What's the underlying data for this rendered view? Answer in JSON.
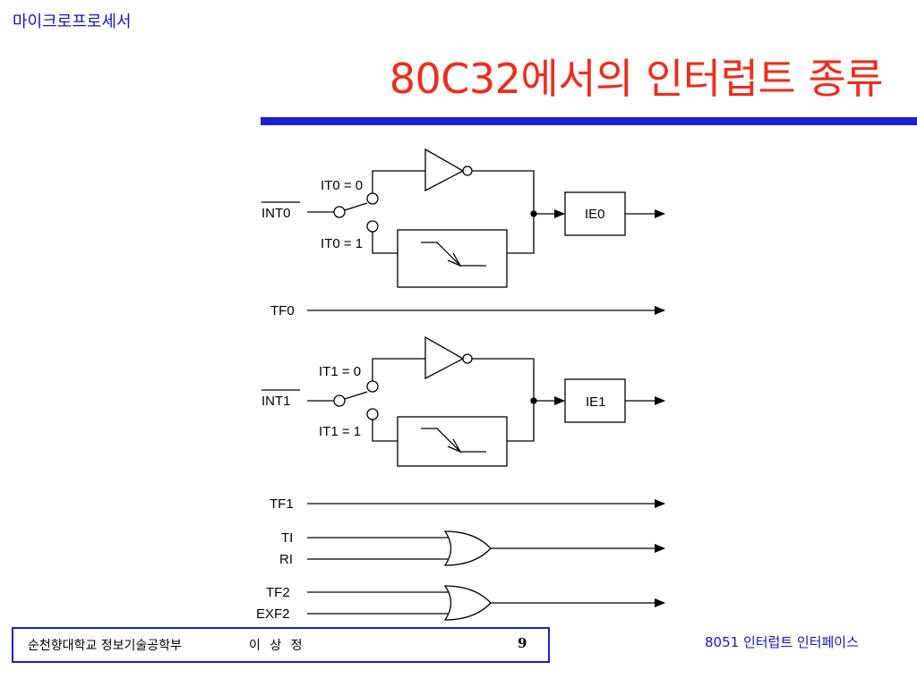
{
  "header": {
    "course": "마이크로프로세서",
    "title": "80C32에서의 인터럽트 종류"
  },
  "colors": {
    "title": "#f02c1c",
    "accent_blue": "#1a21d0",
    "text_blue": "#1414c8"
  },
  "diagram": {
    "int0": {
      "input": "INT0",
      "sw0": "IT0 = 0",
      "sw1": "IT0 = 1",
      "flag": "IE0"
    },
    "tf0": "TF0",
    "int1": {
      "input": "INT1",
      "sw0": "IT1 = 0",
      "sw1": "IT1 = 1",
      "flag": "IE1"
    },
    "tf1": "TF1",
    "or1": {
      "a": "TI",
      "b": "RI"
    },
    "or2": {
      "a": "TF2",
      "b": "EXF2"
    }
  },
  "footer": {
    "affiliation": "순천향대학교 정보기술공학부",
    "author": "이 상 정",
    "page": "9",
    "topic": "8051 인터럽트 인터페이스"
  }
}
